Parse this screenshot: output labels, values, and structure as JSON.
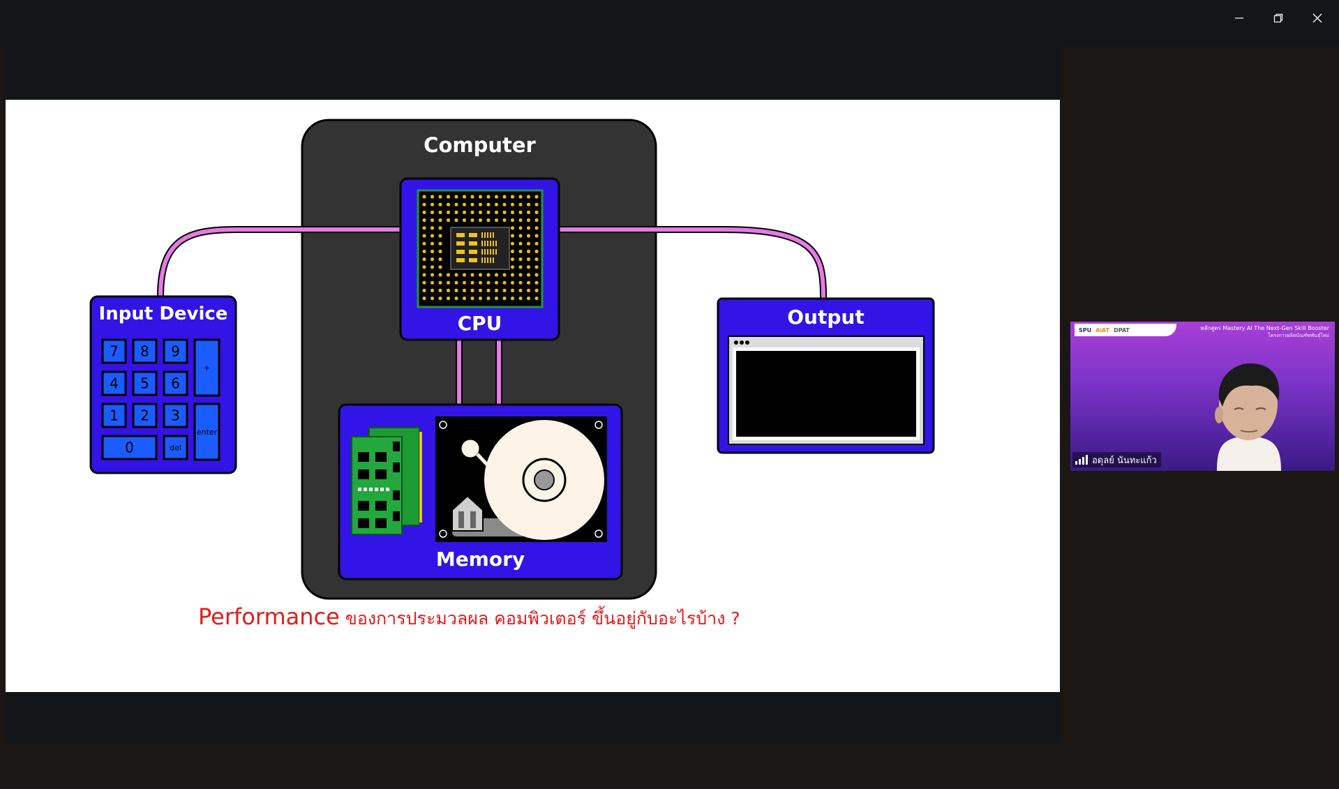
{
  "window": {
    "controls": [
      "minimize",
      "restore",
      "close"
    ]
  },
  "slide": {
    "computer_label": "Computer",
    "cpu_label": "CPU",
    "memory_label": "Memory",
    "input_label": "Input Device",
    "output_label": "Output",
    "keypad": {
      "keys": [
        "7",
        "8",
        "9",
        "+",
        "4",
        "5",
        "6",
        "1",
        "2",
        "3",
        "enter",
        "0",
        "del"
      ]
    },
    "caption_en": "Performance",
    "caption_th": " ของการประมวลผล คอมพิวเตอร์ ขึ้นอยู่กับอะไรบ้าง ?"
  },
  "video": {
    "logos": [
      "SPU",
      "AiAT",
      "DPAT"
    ],
    "course_title": "หลักสูตร Mastery AI The Next-Gen Skill Booster",
    "course_subtitle": "โครงการผลิตบัณฑิตพันธุ์ใหม่",
    "participant_name": "อดุลย์ นันทะแก้ว"
  },
  "colors": {
    "window_bg": "#1b1714",
    "titlebar_bg": "#121619",
    "slide_bg": "#ffffff",
    "computer_box": "#333333",
    "component_blue": "#3214e6",
    "cable_pink": "#e67ae6",
    "caption_red": "#e31b1b"
  },
  "icons": [
    "minimize-icon",
    "restore-icon",
    "close-icon",
    "cpu-chip-icon",
    "ram-module-icon",
    "hard-disk-icon",
    "window-dots-icon",
    "signal-icon"
  ]
}
